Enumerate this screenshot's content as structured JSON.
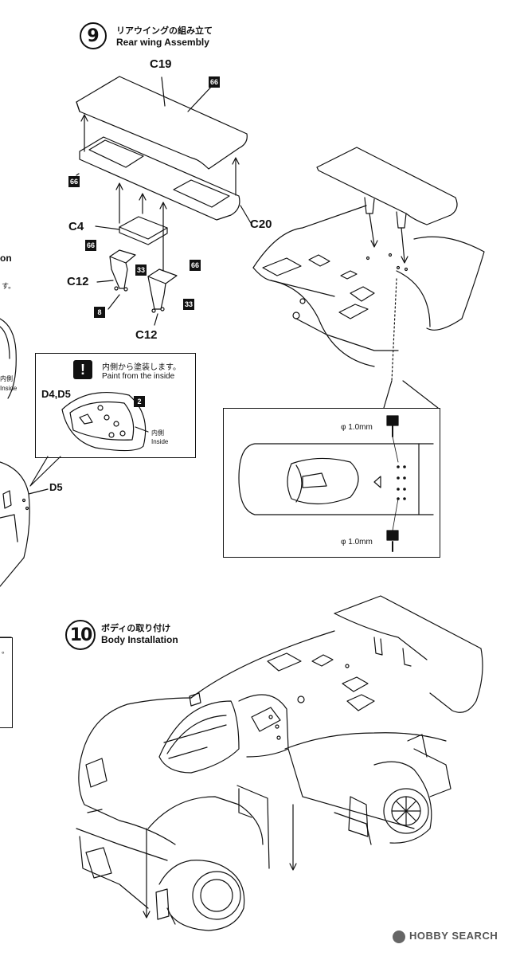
{
  "step9": {
    "number": "9",
    "title_jp": "リアウイングの組み立て",
    "title_en": "Rear wing Assembly"
  },
  "step10": {
    "number": "10",
    "title_jp": "ボディの取り付け",
    "title_en": "Body Installation"
  },
  "parts": {
    "c19": "C19",
    "c20": "C20",
    "c4": "C4",
    "c12_left": "C12",
    "c12_bottom": "C12",
    "d4d5": "D4,D5",
    "d5": "D5"
  },
  "color_badges": {
    "b66_top": "66",
    "b66_left": "66",
    "b66_c4": "66",
    "b66_right": "66",
    "b33_left": "33",
    "b33_right": "33",
    "b8": "8",
    "b2": "2"
  },
  "paint_note": {
    "jp": "内側から塗装します。",
    "en": "Paint from the inside",
    "inside_jp": "内側",
    "inside_en": "Inside"
  },
  "drill": {
    "top": "φ 1.0mm",
    "bottom": "φ 1.0mm"
  },
  "left_cut": {
    "on": "on",
    "su": "す。",
    "inside_jp": "内側",
    "inside_en": "Inside",
    "period": "。"
  },
  "watermark": "HOBBY SEARCH"
}
